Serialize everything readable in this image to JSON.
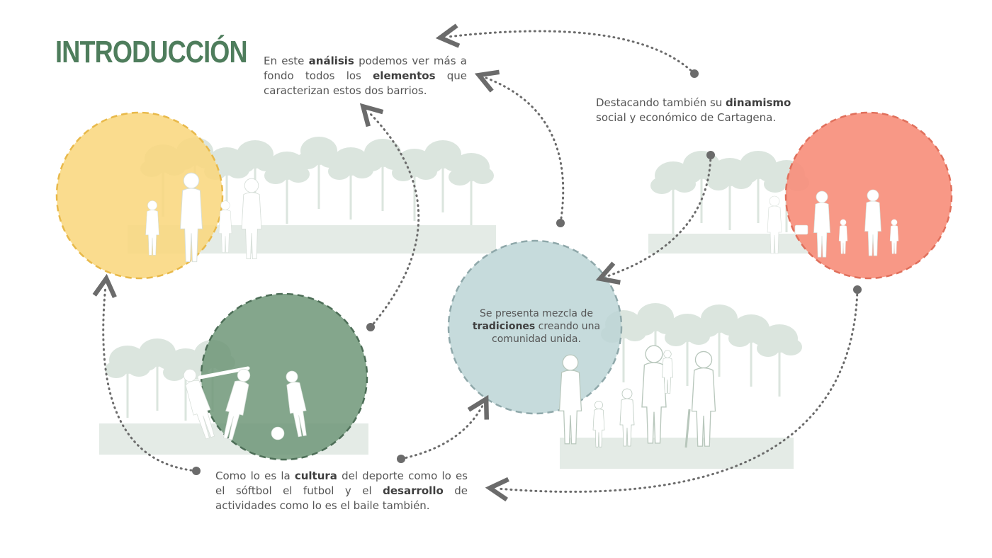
{
  "title": "INTRODUCCIÓN",
  "colors": {
    "title": "#4e7d5c",
    "yellow": "#f9d77e",
    "salmon": "#f78f7c",
    "green": "#6e9678",
    "teal": "#bcd5d6",
    "forest": "#dbe5de",
    "connector": "#6b6b6b"
  },
  "blocks": {
    "top": {
      "pre": "En este ",
      "b1": "análisis",
      "mid1": " podemos ver más a fondo todos los ",
      "b2": "elementos",
      "post": " que caracterizan estos dos barrios."
    },
    "right": {
      "pre": "Destacando también su ",
      "b1": "dinamismo",
      "post": " social y económico de Cartagena."
    },
    "bottom": {
      "pre": "Como lo es la ",
      "b1": "cultura",
      "mid1": " del deporte como lo es el sóftbol el futbol y el ",
      "b2": "desarrollo",
      "post": " de actividades como lo es el baile también."
    },
    "center": {
      "pre": "Se presenta mezcla de ",
      "b1": "tradiciones",
      "post": " creando una comunidad unida."
    }
  },
  "icons": [
    "family-walking-silhouette",
    "family-traveling-silhouette",
    "sports-players-silhouette",
    "elderly-family-silhouette",
    "forest-silhouette"
  ]
}
